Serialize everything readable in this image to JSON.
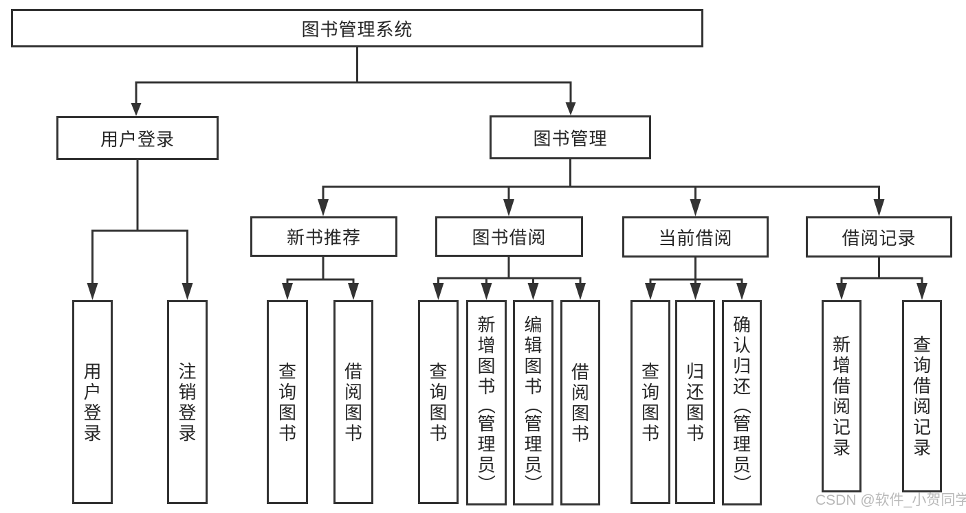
{
  "diagram": {
    "title": "图书管理系统",
    "watermark": "CSDN @软件_小贺同学",
    "colors": {
      "line": "#333333",
      "box_border": "#333333",
      "text": "#262626",
      "background": "#ffffff",
      "watermark": "#b2b2b2"
    },
    "tree": {
      "root": {
        "label": "图书管理系统",
        "children": [
          {
            "label": "用户登录",
            "children": [
              {
                "label": "用户登录"
              },
              {
                "label": "注销登录"
              }
            ]
          },
          {
            "label": "图书管理",
            "children": [
              {
                "label": "新书推荐",
                "children": [
                  {
                    "label": "查询图书"
                  },
                  {
                    "label": "借阅图书"
                  }
                ]
              },
              {
                "label": "图书借阅",
                "children": [
                  {
                    "label": "查询图书"
                  },
                  {
                    "label": "新增图书（管理员）"
                  },
                  {
                    "label": "编辑图书（管理员）"
                  },
                  {
                    "label": "借阅图书"
                  }
                ]
              },
              {
                "label": "当前借阅",
                "children": [
                  {
                    "label": "查询图书"
                  },
                  {
                    "label": "归还图书"
                  },
                  {
                    "label": "确认归还（管理员）"
                  }
                ]
              },
              {
                "label": "借阅记录",
                "children": [
                  {
                    "label": "新增借阅记录"
                  },
                  {
                    "label": "查询借阅记录"
                  }
                ]
              }
            ]
          }
        ]
      }
    }
  }
}
